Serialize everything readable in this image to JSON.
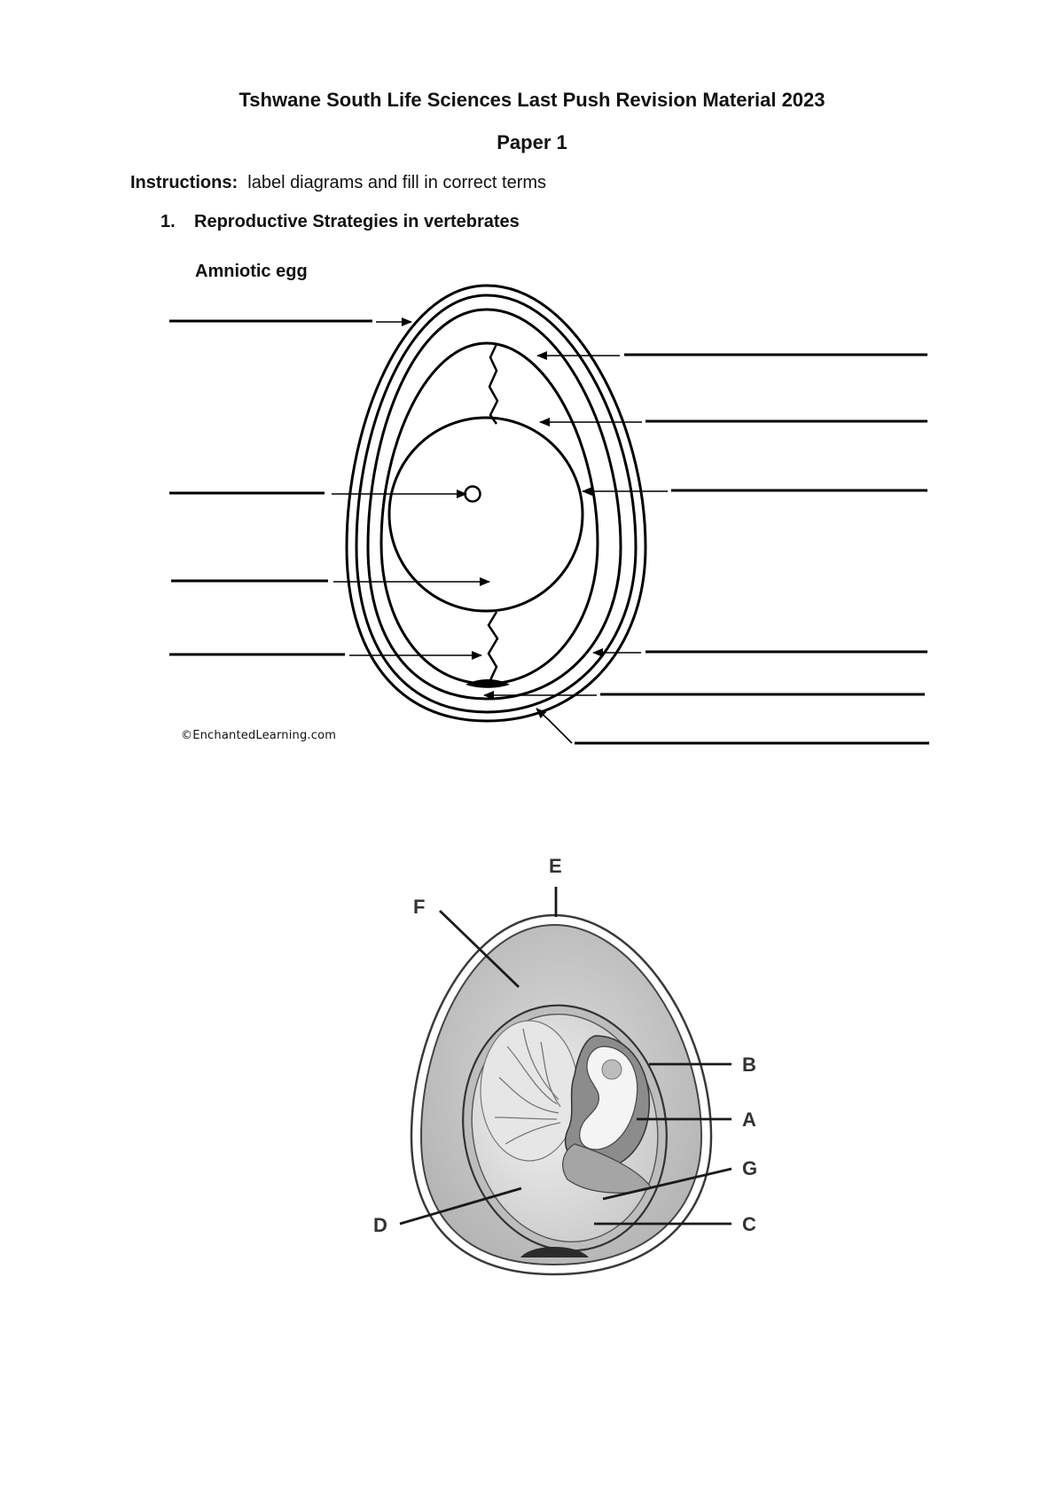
{
  "header": {
    "title": "Tshwane South Life Sciences Last Push Revision Material 2023",
    "subtitle": "Paper 1"
  },
  "instructions": {
    "label": "Instructions:",
    "text": "label diagrams and fill in correct terms"
  },
  "question": {
    "number": "1.",
    "text": "Reproductive Strategies in vertebrates"
  },
  "diagram1": {
    "heading": "Amniotic egg",
    "credit": "©EnchantedLearning.com"
  },
  "diagram2": {
    "labels": {
      "A": "A",
      "B": "B",
      "C": "C",
      "D": "D",
      "E": "E",
      "F": "F",
      "G": "G"
    }
  }
}
